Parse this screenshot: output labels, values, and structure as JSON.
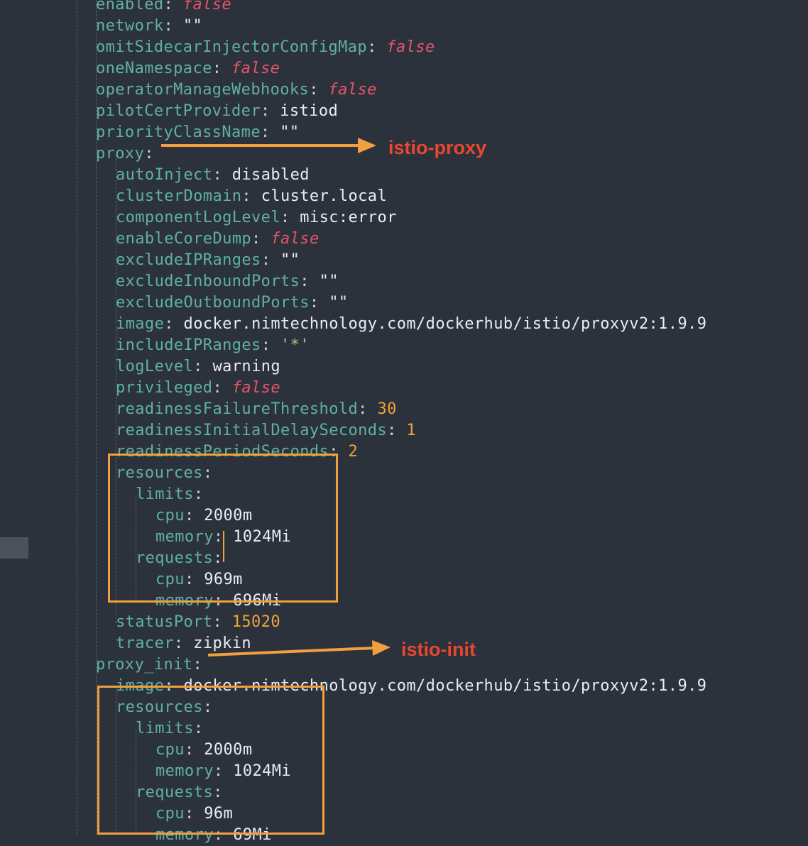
{
  "editor": {
    "lines": [
      {
        "indent": 2,
        "key": "enabled",
        "value": "false",
        "vtype": "bool"
      },
      {
        "indent": 2,
        "key": "network",
        "value": "\"\"",
        "vtype": "plain"
      },
      {
        "indent": 2,
        "key": "omitSidecarInjectorConfigMap",
        "value": "false",
        "vtype": "bool"
      },
      {
        "indent": 2,
        "key": "oneNamespace",
        "value": "false",
        "vtype": "bool"
      },
      {
        "indent": 2,
        "key": "operatorManageWebhooks",
        "value": "false",
        "vtype": "bool"
      },
      {
        "indent": 2,
        "key": "pilotCertProvider",
        "value": "istiod",
        "vtype": "plain"
      },
      {
        "indent": 2,
        "key": "priorityClassName",
        "value": "\"\"",
        "vtype": "plain"
      },
      {
        "indent": 2,
        "key": "proxy",
        "value": "",
        "vtype": "plain"
      },
      {
        "indent": 3,
        "key": "autoInject",
        "value": "disabled",
        "vtype": "plain"
      },
      {
        "indent": 3,
        "key": "clusterDomain",
        "value": "cluster.local",
        "vtype": "plain"
      },
      {
        "indent": 3,
        "key": "componentLogLevel",
        "value": "misc:error",
        "vtype": "plain"
      },
      {
        "indent": 3,
        "key": "enableCoreDump",
        "value": "false",
        "vtype": "bool"
      },
      {
        "indent": 3,
        "key": "excludeIPRanges",
        "value": "\"\"",
        "vtype": "plain"
      },
      {
        "indent": 3,
        "key": "excludeInboundPorts",
        "value": "\"\"",
        "vtype": "plain"
      },
      {
        "indent": 3,
        "key": "excludeOutboundPorts",
        "value": "\"\"",
        "vtype": "plain"
      },
      {
        "indent": 3,
        "key": "image",
        "value": "docker.nimtechnology.com/dockerhub/istio/proxyv2:1.9.9",
        "vtype": "plain"
      },
      {
        "indent": 3,
        "key": "includeIPRanges",
        "value": "'*'",
        "vtype": "str"
      },
      {
        "indent": 3,
        "key": "logLevel",
        "value": "warning",
        "vtype": "plain"
      },
      {
        "indent": 3,
        "key": "privileged",
        "value": "false",
        "vtype": "bool"
      },
      {
        "indent": 3,
        "key": "readinessFailureThreshold",
        "value": "30",
        "vtype": "num"
      },
      {
        "indent": 3,
        "key": "readinessInitialDelaySeconds",
        "value": "1",
        "vtype": "num"
      },
      {
        "indent": 3,
        "key": "readinessPeriodSeconds",
        "value": "2",
        "vtype": "num"
      },
      {
        "indent": 3,
        "key": "resources",
        "value": "",
        "vtype": "plain"
      },
      {
        "indent": 4,
        "key": "limits",
        "value": "",
        "vtype": "plain"
      },
      {
        "indent": 5,
        "key": "cpu",
        "value": "2000m",
        "vtype": "plain"
      },
      {
        "indent": 5,
        "key": "memory",
        "value": "1024Mi",
        "vtype": "plain"
      },
      {
        "indent": 4,
        "key": "requests",
        "value": "",
        "vtype": "plain"
      },
      {
        "indent": 5,
        "key": "cpu",
        "value": "969m",
        "vtype": "plain"
      },
      {
        "indent": 5,
        "key": "memory",
        "value": "696Mi",
        "vtype": "plain"
      },
      {
        "indent": 3,
        "key": "statusPort",
        "value": "15020",
        "vtype": "num"
      },
      {
        "indent": 3,
        "key": "tracer",
        "value": "zipkin",
        "vtype": "plain"
      },
      {
        "indent": 2,
        "key": "proxy_init",
        "value": "",
        "vtype": "plain"
      },
      {
        "indent": 3,
        "key": "image",
        "value": "docker.nimtechnology.com/dockerhub/istio/proxyv2:1.9.9",
        "vtype": "plain"
      },
      {
        "indent": 3,
        "key": "resources",
        "value": "",
        "vtype": "plain"
      },
      {
        "indent": 4,
        "key": "limits",
        "value": "",
        "vtype": "plain"
      },
      {
        "indent": 5,
        "key": "cpu",
        "value": "2000m",
        "vtype": "plain"
      },
      {
        "indent": 5,
        "key": "memory",
        "value": "1024Mi",
        "vtype": "plain"
      },
      {
        "indent": 4,
        "key": "requests",
        "value": "",
        "vtype": "plain"
      },
      {
        "indent": 5,
        "key": "cpu",
        "value": "96m",
        "vtype": "plain"
      },
      {
        "indent": 5,
        "key": "memory",
        "value": "69Mi",
        "vtype": "plain"
      }
    ]
  },
  "annotations": {
    "proxy_label": "istio-proxy",
    "init_label": "istio-init"
  },
  "colors": {
    "background": "#2c323c",
    "key": "#5fb0a3",
    "boolean": "#e8546a",
    "number": "#f0a33a",
    "highlight_box": "#f0a040",
    "annotation": "#e8472f"
  }
}
